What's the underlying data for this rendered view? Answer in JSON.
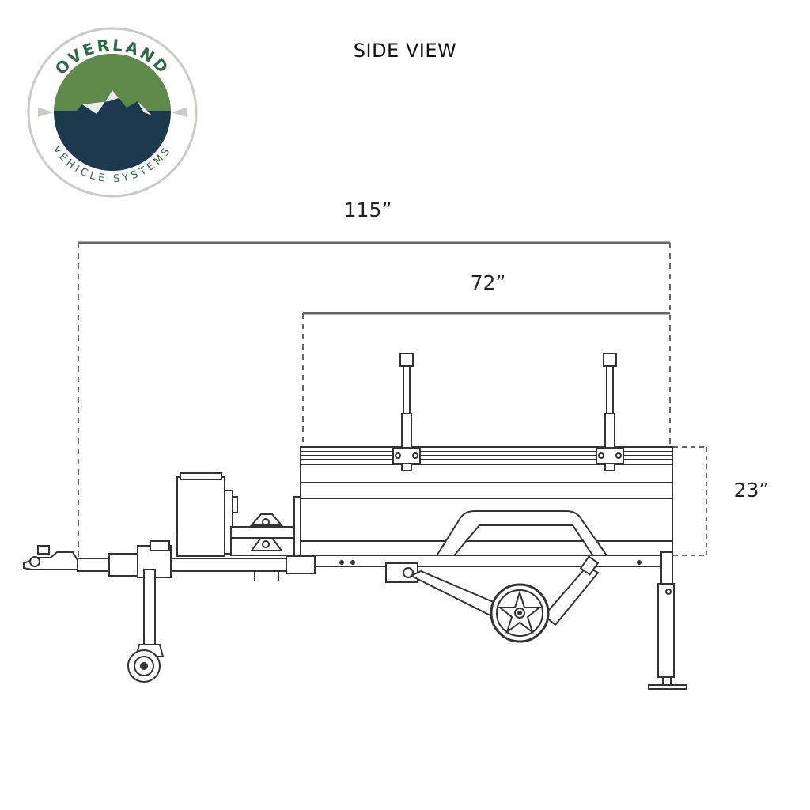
{
  "title": "SIDE VIEW",
  "dimensions": {
    "overall_length": "115”",
    "box_length": "72”",
    "box_height": "23”"
  },
  "logo": {
    "top_text": "OVERLAND",
    "bottom_text": "VEHICLE SYSTEMS",
    "colors": {
      "ring": "#2e6b47",
      "sky": "#1c3a4d",
      "mountain": "#5e8a4a"
    }
  },
  "colors": {
    "line": "#333333",
    "dim_line": "#666666",
    "text": "#222222"
  }
}
